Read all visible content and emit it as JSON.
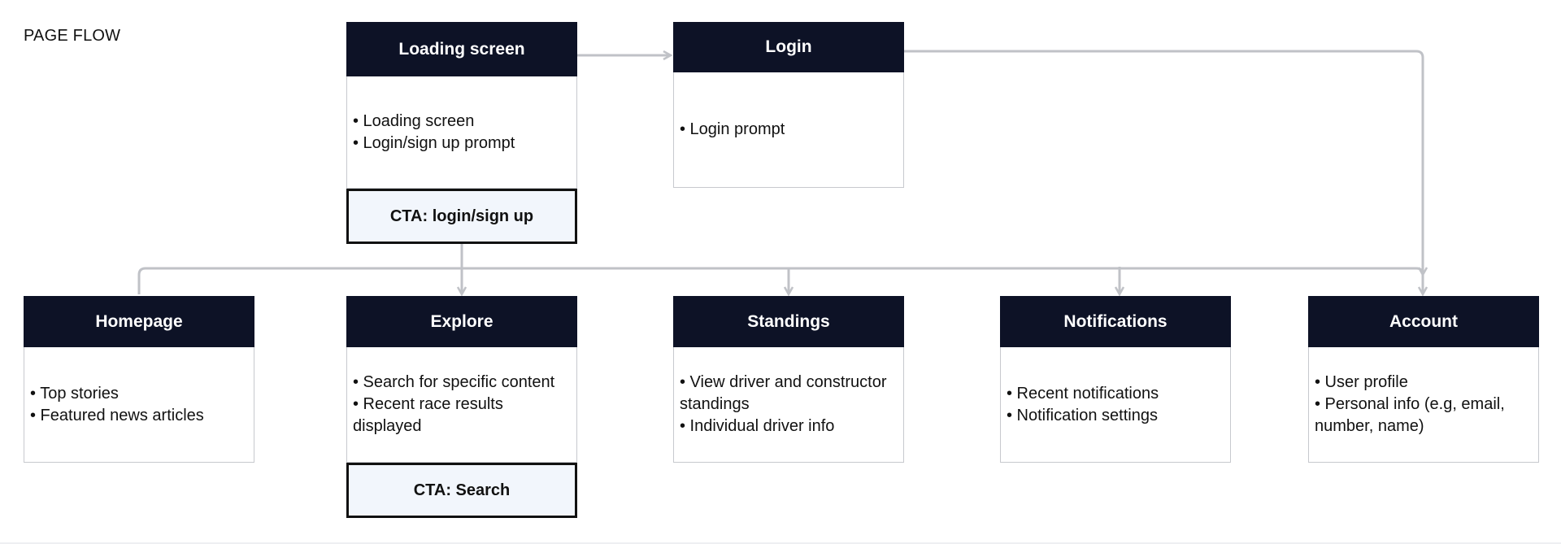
{
  "title": "PAGE FLOW",
  "colors": {
    "header_bg": "#0d1226",
    "header_text": "#ffffff",
    "body_border": "#c7c9ce",
    "connector": "#c0c2c7",
    "cta_bg": "#f2f6fc",
    "cta_border": "#111111"
  },
  "nodes": {
    "loading": {
      "title": "Loading screen",
      "items": [
        "• Loading screen",
        "• Login/sign up prompt"
      ],
      "cta": "CTA: login/sign up"
    },
    "login": {
      "title": "Login",
      "items": [
        "• Login prompt"
      ]
    },
    "homepage": {
      "title": "Homepage",
      "items": [
        "• Top stories",
        "• Featured news articles"
      ]
    },
    "explore": {
      "title": "Explore",
      "items": [
        "• Search for specific content",
        "• Recent race results displayed"
      ],
      "cta": "CTA: Search"
    },
    "standings": {
      "title": "Standings",
      "items": [
        "• View driver and constructor standings",
        "• Individual driver info"
      ]
    },
    "notifications": {
      "title": "Notifications",
      "items": [
        "• Recent notifications",
        "• Notification settings"
      ]
    },
    "account": {
      "title": "Account",
      "items": [
        "• User profile",
        "• Personal info (e.g, email, number, name)"
      ]
    }
  }
}
